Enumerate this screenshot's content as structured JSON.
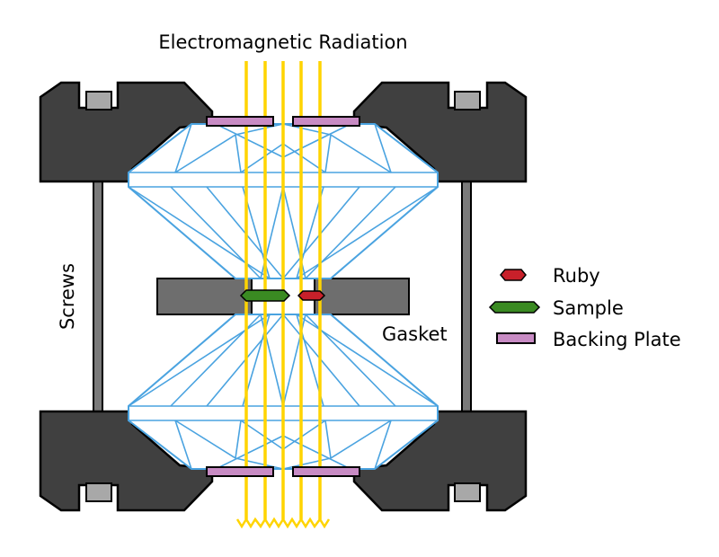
{
  "title": "Electromagnetic Radiation",
  "labels": {
    "screws": "Screws",
    "gasket": "Gasket"
  },
  "legend": [
    {
      "label": "Ruby",
      "color": "#c8202a",
      "shape": "hexagon-small"
    },
    {
      "label": "Sample",
      "color": "#3a8a22",
      "shape": "hexagon-long"
    },
    {
      "label": "Backing Plate",
      "color": "#c88bc4",
      "shape": "rectangle"
    }
  ],
  "colors": {
    "housing": "#404040",
    "gasket": "#6e6e6e",
    "screw_head": "#a8a8a8",
    "diamond_edge": "#4aa3e0",
    "radiation": "#ffd400",
    "outline": "#000000"
  }
}
